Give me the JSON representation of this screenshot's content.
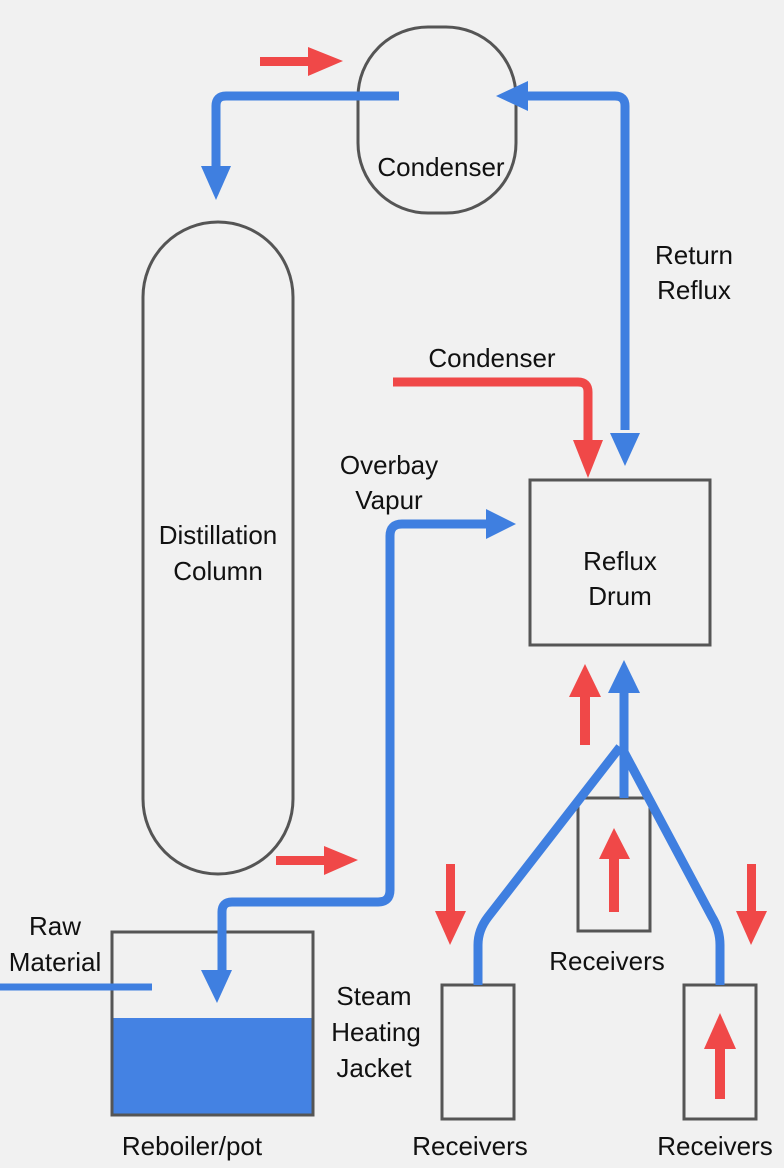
{
  "colors": {
    "background": "#f1f1f1",
    "process_flow": "#3f7fe0",
    "heat_flow": "#f04848",
    "vessel_outline": "#555555",
    "liquid_fill": "#4482e3",
    "text": "#111111"
  },
  "components": {
    "condenser": {
      "label": "Condenser"
    },
    "distillation_column": {
      "label_line1": "Distillation",
      "label_line2": "Column"
    },
    "reflux_drum": {
      "label_line1": "Reflux",
      "label_line2": "Drum"
    },
    "reboiler": {
      "label": "Reboiler/pot",
      "liquid_fill_fraction": 0.53
    },
    "receiver_center": {
      "label": "Receivers"
    },
    "receiver_left": {
      "label": "Receivers"
    },
    "receiver_right": {
      "label": "Receivers"
    }
  },
  "stream_labels": {
    "return_reflux_line1": "Return",
    "return_reflux_line2": "Reflux",
    "condenser_feed": "Condenser",
    "overhead_vapor_line1": "Overbay",
    "overhead_vapor_line2": "Vapur",
    "raw_material_line1": "Raw",
    "raw_material_line2": "Material",
    "steam_line1": "Steam",
    "steam_line2": "Heating",
    "steam_line3": "Jacket"
  }
}
